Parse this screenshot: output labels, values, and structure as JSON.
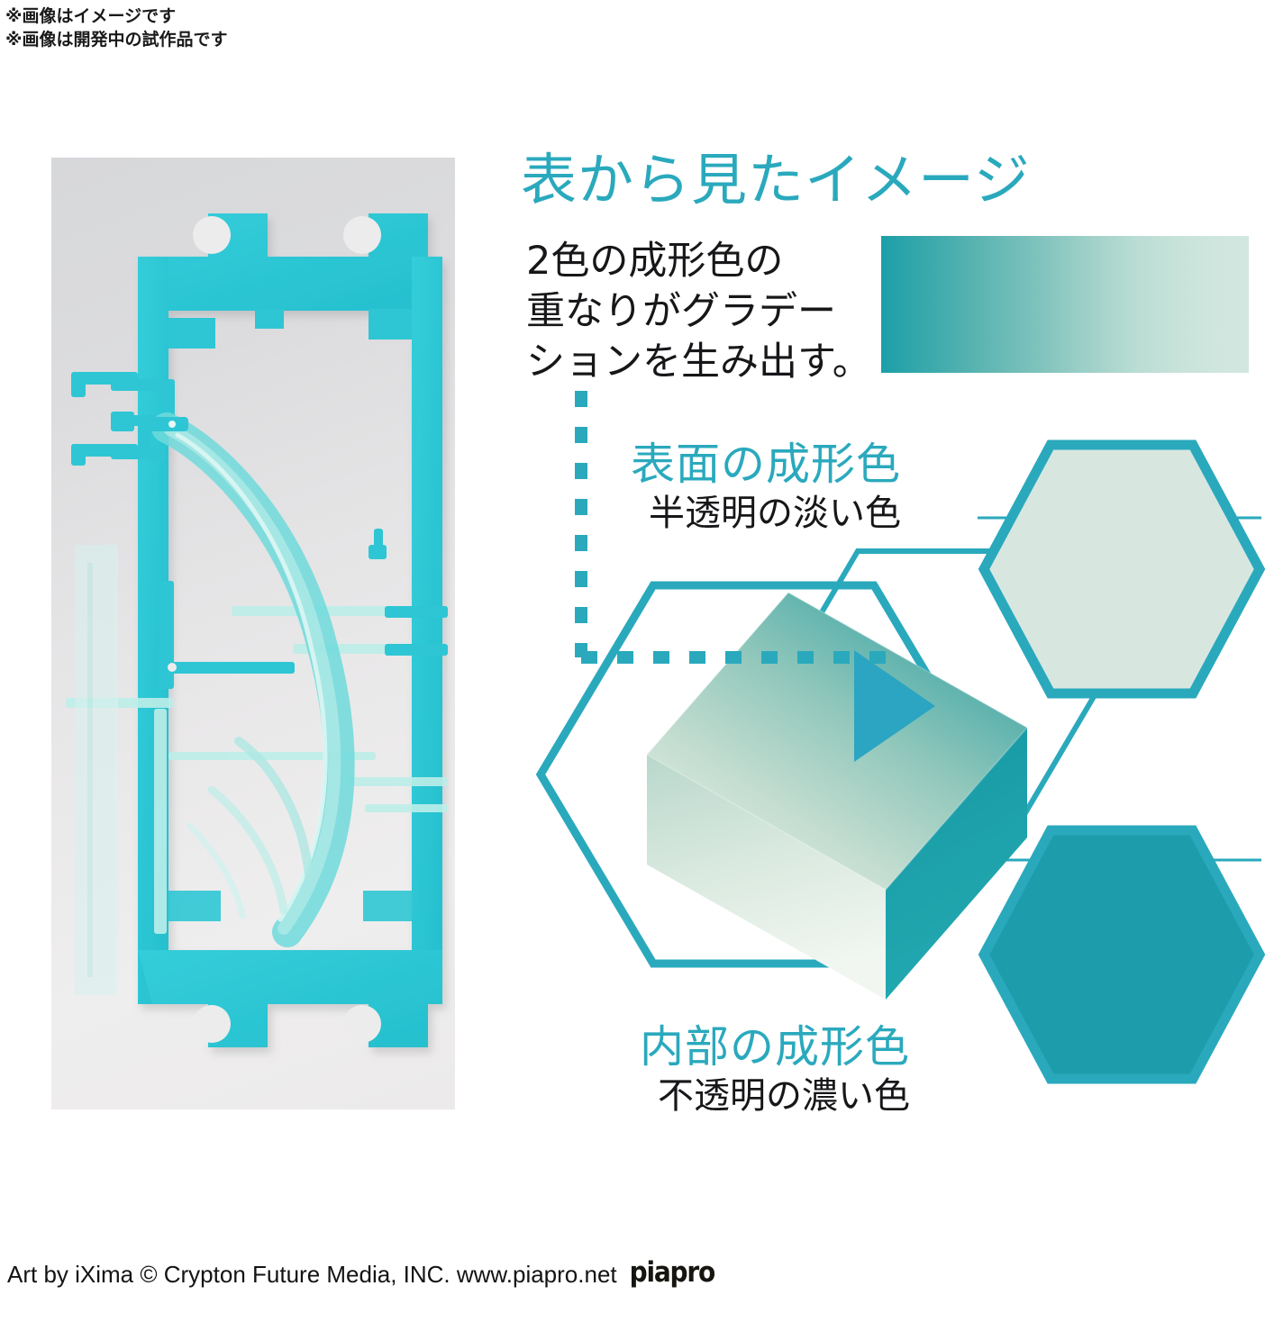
{
  "notes": {
    "line1": "※画像はイメージです",
    "line2": "※画像は開発中の試作品です"
  },
  "photo": {
    "alt_name": "translucent-teal-plastic-sprue-photo",
    "background_color": "#e6e5e6",
    "plastic_color": "#2ec6d4"
  },
  "title": "表から見たイメージ",
  "lede": {
    "line1": "2色の成形色の",
    "line2": "重なりがグラデー",
    "line3": "ション を生み出す。",
    "line3_actual": "ションを生み出す。"
  },
  "gradient_swatch": {
    "from": "#1c9fa8",
    "to": "#d2e7e0"
  },
  "surface": {
    "heading": "表面の成形色",
    "subtext": "半透明の淡い色",
    "swatch_fill": "#d7e7e0",
    "swatch_stroke": "#2aa9bd"
  },
  "inner": {
    "heading": "内部の成形色",
    "subtext": "不透明の濃い色",
    "swatch_fill": "#1d9dab",
    "swatch_stroke": "#2aa9bd"
  },
  "diagram": {
    "accent_color": "#2aa9bd",
    "block_top_from": "#2ca2a8",
    "block_top_to": "#eef4ee",
    "block_side": "#169aa6",
    "block_front_from": "#bfd9cf",
    "block_front_to": "#eef4ef",
    "arrow_color": "#2ba5c2",
    "dashed_color": "#2aa9bd"
  },
  "footer": {
    "credit": "Art by iXima © Crypton Future Media, INC. www.piapro.net",
    "logo": "piapro"
  }
}
